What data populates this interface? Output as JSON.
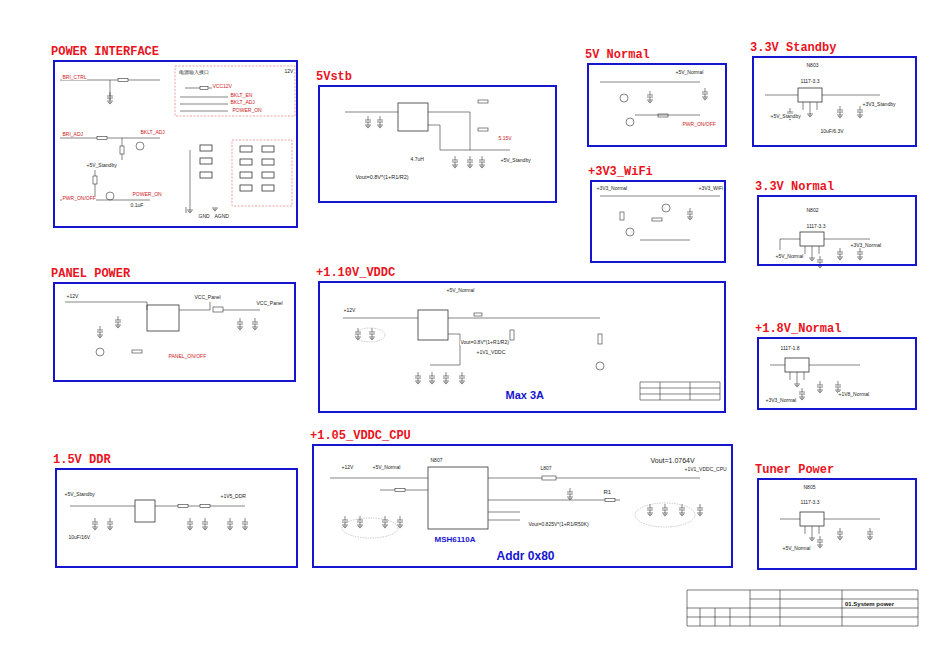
{
  "diagram": {
    "nodes": [
      {
        "text": [
          "POWER INTERFACE"
        ]
      },
      {
        "text": [
          "5Vstb"
        ]
      },
      {
        "text": [
          "5V Normal"
        ]
      },
      {
        "text": [
          "3.3V Standby"
        ]
      },
      {
        "text": [
          "+3V3_WiFi"
        ]
      },
      {
        "text": [
          "3.3V Normal"
        ]
      },
      {
        "text": [
          "PANEL POWER"
        ]
      },
      {
        "text": [
          "+1.10V_VDDC"
        ]
      },
      {
        "text": [
          "+1.8V_Normal"
        ]
      },
      {
        "text": [
          "1.5V DDR"
        ]
      },
      {
        "text": [
          "+1.05_VDDC_CPU"
        ]
      },
      {
        "text": [
          "Tuner Power"
        ]
      },
      {
        "text": [
          "01.System power"
        ]
      }
    ],
    "labels": [
      "BRI_CTRL",
      "电源输入接口",
      "VCC12V",
      "BKLT_EN",
      "BKLT_ADJ",
      "POWER_ON",
      "12V",
      "BRI_ADJ",
      "BKLT_ADJ",
      "+5V_Standby",
      "PWR_ON/OFF",
      "POWER_ON",
      "0.1uF",
      "GND",
      "AGND",
      "Vout=0.8V*(1+R1/R2)",
      "+5V_Standby",
      "5.15V",
      "4.7uH",
      "+5V_Normal",
      "PWR_ON/OFF",
      "N803",
      "1117-3.3",
      "+3V3_Standby",
      "+5V_Standby",
      "10uF/6.3V",
      "+3V3_Normal",
      "+3V3_WiFi",
      "N802",
      "1117-3.3",
      "+3V3_Normal",
      "+5V_Normal",
      "+12V",
      "VCC_Panel",
      "VCC_Panel",
      "PANEL_ON/OFF",
      "+5V_Normal",
      "+12V",
      "Vout=0.8V*(1+R1/R2)",
      "+1V1_VDDC",
      "Max 3A",
      "+1V8_Normal",
      "1117-1.8",
      "+3V3_Normal",
      "+5V_Standby",
      "+1V5_DDR",
      "10uF/16V",
      "Vout=1.0764V",
      "+1V1_VDDC_CPU",
      "+12V",
      "+5V_Normal",
      "N807",
      "L807",
      "R1",
      "MSH6110A",
      "Addr 0x80",
      "Vout=0.825V*(1+R1/R50K)",
      "N805",
      "1117-3.3",
      "+5V_Normal"
    ]
  }
}
